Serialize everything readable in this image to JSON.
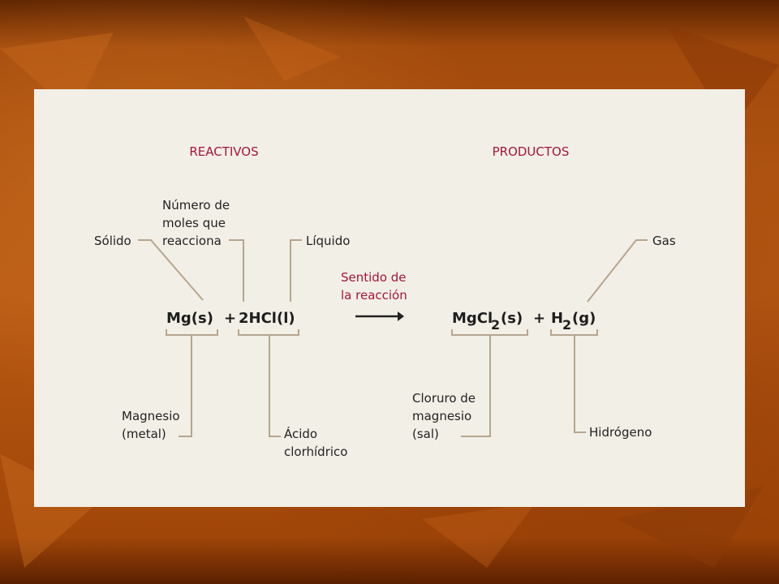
{
  "headers": {
    "reactants": "REACTIVOS",
    "products": "PRODUCTOS"
  },
  "labels": {
    "solid": "Sólido",
    "moles_line1": "Número de",
    "moles_line2": "moles que",
    "moles_line3": "reacciona",
    "liquid": "Líquido",
    "gas": "Gas",
    "direction_line1": "Sentido de",
    "direction_line2": "la reacción",
    "magnesium_line1": "Magnesio",
    "magnesium_line2": "(metal)",
    "acid_line1": "Ácido",
    "acid_line2": "clorhídrico",
    "chloride_line1": "Cloruro de",
    "chloride_line2": "magnesio",
    "chloride_line3": "(sal)",
    "hydrogen": "Hidrógeno"
  },
  "equation": {
    "mg": "Mg(s)",
    "plus1": "+",
    "hcl": "2HCl(l)",
    "mgcl_main": "MgCl",
    "mgcl_sub": "2",
    "mgcl_state": "(s)",
    "plus2": "+",
    "h_main": "H",
    "h_sub": "2",
    "h_state": "(g)"
  },
  "colors": {
    "header": "#a3173a",
    "leader_line": "#b7a58e",
    "panel": "#f1efe6"
  }
}
